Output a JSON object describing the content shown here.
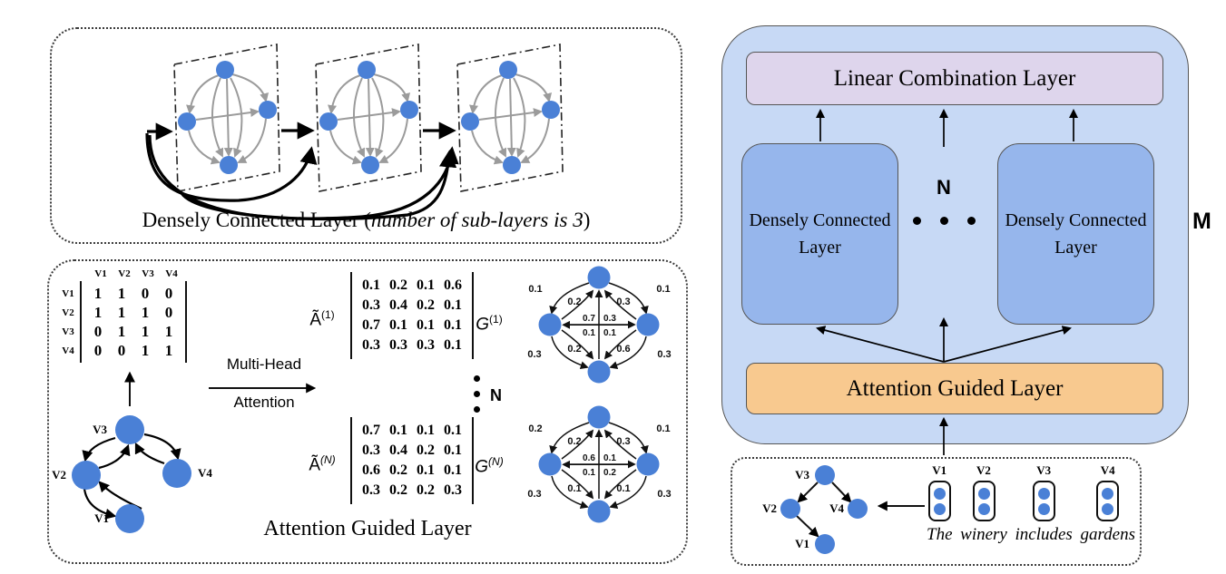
{
  "colors": {
    "node_blue": "#4a80d6",
    "edge_gray": "#9b9b9b",
    "box_outer": "#c7d9f5",
    "box_dcl": "#96b6ec",
    "box_lcl": "#ded5ec",
    "box_agl": "#f8c98f"
  },
  "dcl_panel": {
    "caption_prefix": "Densely Connected Layer (",
    "caption_italic": "number of sub-layers is 3",
    "caption_suffix": ")"
  },
  "agl_panel": {
    "caption": "Attention Guided Layer",
    "adjacency": {
      "col_headers": [
        "V1",
        "V2",
        "V3",
        "V4"
      ],
      "row_headers": [
        "V1",
        "V2",
        "V3",
        "V4"
      ],
      "rows": [
        [
          "1",
          "1",
          "0",
          "0"
        ],
        [
          "1",
          "1",
          "1",
          "0"
        ],
        [
          "0",
          "1",
          "1",
          "1"
        ],
        [
          "0",
          "0",
          "1",
          "1"
        ]
      ]
    },
    "input_graph": {
      "v1": "V1",
      "v2": "V2",
      "v3": "V3",
      "v4": "V4"
    },
    "multi_head": "Multi-Head",
    "attention": "Attention",
    "n_label": "N",
    "a1_base": "Ã",
    "a1_sup": "(1)",
    "an_base": "Ã",
    "an_sup": "(N)",
    "g1_base": "G",
    "g1_sup": "(1)",
    "gn_base": "G",
    "gn_sup": "(N)",
    "a1_rows": [
      [
        "0.1",
        "0.2",
        "0.1",
        "0.6"
      ],
      [
        "0.3",
        "0.4",
        "0.2",
        "0.1"
      ],
      [
        "0.7",
        "0.1",
        "0.1",
        "0.1"
      ],
      [
        "0.3",
        "0.3",
        "0.3",
        "0.1"
      ]
    ],
    "an_rows": [
      [
        "0.7",
        "0.1",
        "0.1",
        "0.1"
      ],
      [
        "0.3",
        "0.4",
        "0.2",
        "0.1"
      ],
      [
        "0.6",
        "0.2",
        "0.1",
        "0.1"
      ],
      [
        "0.3",
        "0.2",
        "0.2",
        "0.3"
      ]
    ],
    "g1_labels": {
      "outer_tl": "0.1",
      "outer_tr": "0.1",
      "outer_bl": "0.3",
      "outer_br": "0.3",
      "inner_tl": "0.2",
      "inner_tr": "0.3",
      "inner_bl": "0.2",
      "inner_br": "0.6",
      "center_tl": "0.7",
      "center_tr": "0.3",
      "center_bl": "0.1",
      "center_br": "0.1"
    },
    "gn_labels": {
      "outer_tl": "0.2",
      "outer_tr": "0.1",
      "outer_bl": "0.3",
      "outer_br": "0.3",
      "inner_tl": "0.2",
      "inner_tr": "0.3",
      "inner_bl": "0.1",
      "inner_br": "0.1",
      "center_tl": "0.6",
      "center_tr": "0.1",
      "center_bl": "0.1",
      "center_br": "0.2"
    }
  },
  "architecture": {
    "linear_combination": "Linear Combination Layer",
    "dcl_line1": "Densely Connected",
    "dcl_line2": "Layer",
    "attention_guided": "Attention Guided Layer",
    "n_label": "N",
    "m_label": "M"
  },
  "input_panel": {
    "tree": {
      "v1": "V1",
      "v2": "V2",
      "v3": "V3",
      "v4": "V4"
    },
    "columns": [
      {
        "label": "V1",
        "word": "The"
      },
      {
        "label": "V2",
        "word": "winery"
      },
      {
        "label": "V3",
        "word": "includes"
      },
      {
        "label": "V4",
        "word": "gardens"
      }
    ]
  }
}
